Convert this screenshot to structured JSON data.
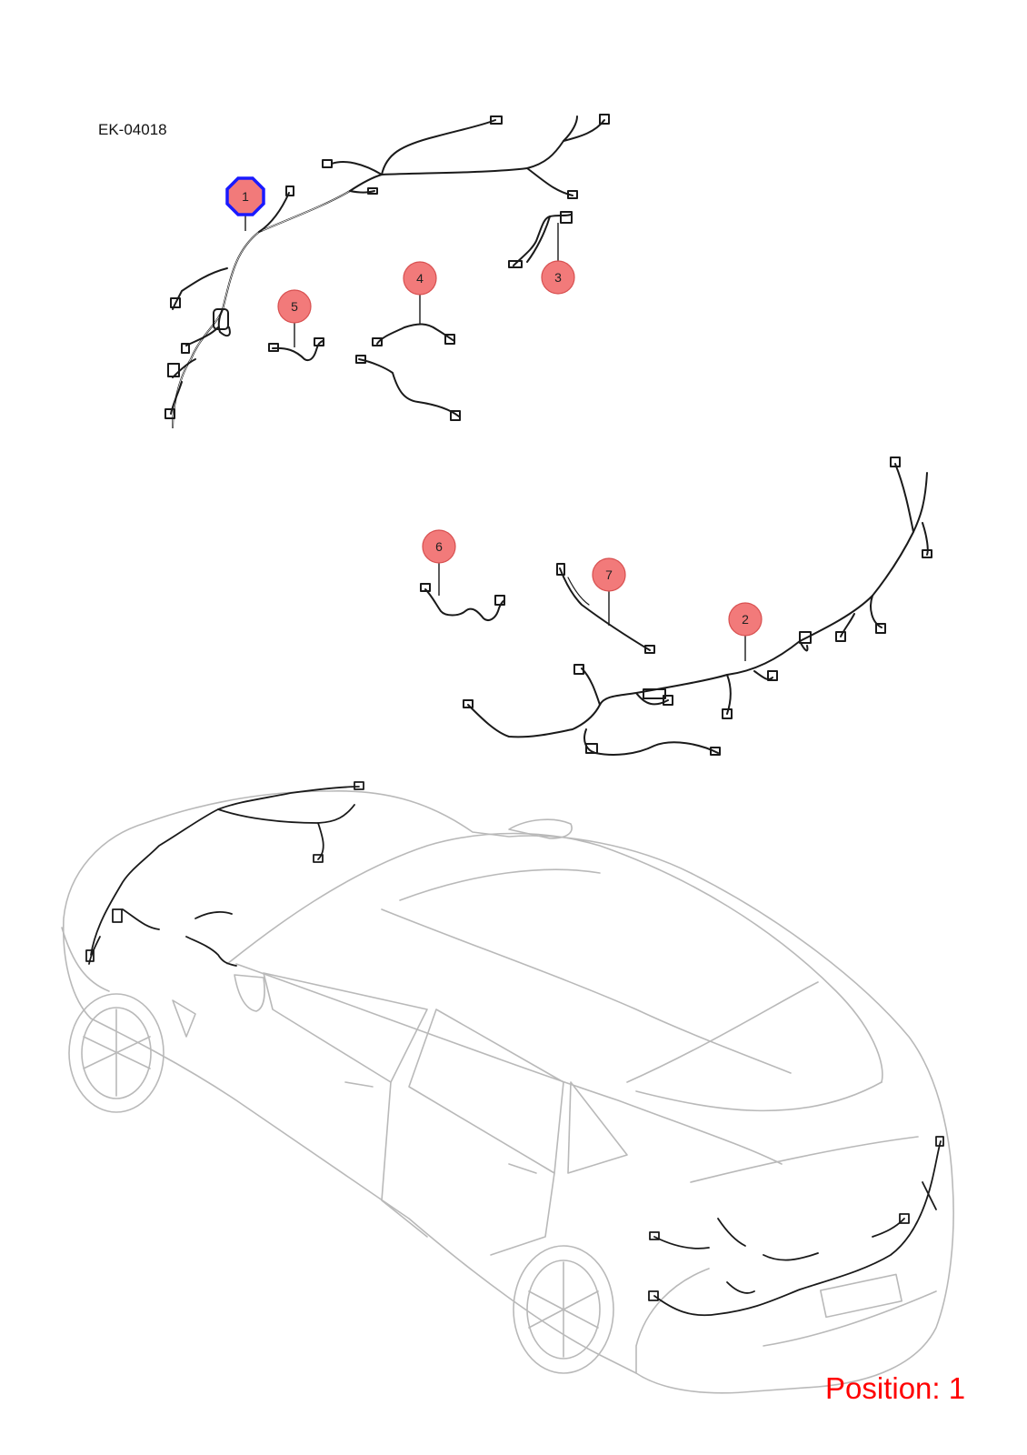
{
  "drawing_code": "EK-04018",
  "position_label": "Position: 1",
  "selected_callout": "1",
  "callouts": [
    {
      "id": "c1",
      "label": "1"
    },
    {
      "id": "c2",
      "label": "2"
    },
    {
      "id": "c3",
      "label": "3"
    },
    {
      "id": "c4",
      "label": "4"
    },
    {
      "id": "c5",
      "label": "5"
    },
    {
      "id": "c6",
      "label": "6"
    },
    {
      "id": "c7",
      "label": "7"
    }
  ],
  "colors": {
    "callout_fill": "#f27a7a",
    "callout_stroke": "#d85050",
    "selected_outline": "#1a1aff",
    "harness": "#1a1a1a",
    "vehicle_outline": "#b9b9b9",
    "position_text": "#ff0000"
  }
}
